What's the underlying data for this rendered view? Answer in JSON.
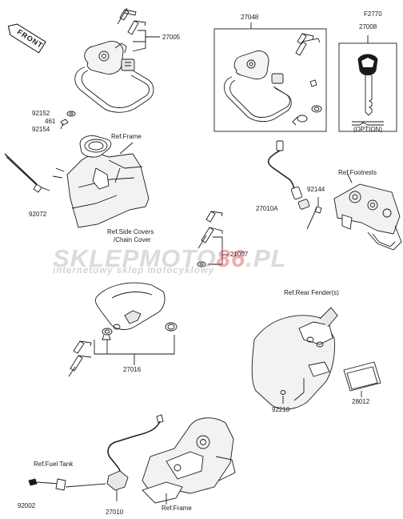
{
  "front_label": "FRONT",
  "watermark": {
    "brand_a": "SKLEP",
    "brand_b": "MOTO",
    "brand_c": "86",
    "brand_d": ".PL",
    "tagline": "internetowy sklep motocyklowy"
  },
  "parts": {
    "p27005": "27005",
    "p27048": "27048",
    "pF2770": "F2770",
    "p27008": "27008",
    "p92152": "92152",
    "p461": "461",
    "p92154": "92154",
    "p92072": "92072",
    "p92144": "92144",
    "p27010A": "27010A",
    "p21007": "21007",
    "p27016": "27016",
    "p92210": "92210",
    "p28012": "28012",
    "p92002": "92002",
    "p27010": "27010"
  },
  "refs": {
    "frame_top": "Ref.Frame",
    "footrests": "Ref.Footrests",
    "side_covers_1": "Ref.Side Covers",
    "side_covers_2": "/Chain Cover",
    "rear_fender": "Ref.Rear Fender(s)",
    "fuel_tank": "Ref.Fuel Tank",
    "frame_bottom": "Ref.Frame"
  },
  "option_label": "(OPTION)"
}
